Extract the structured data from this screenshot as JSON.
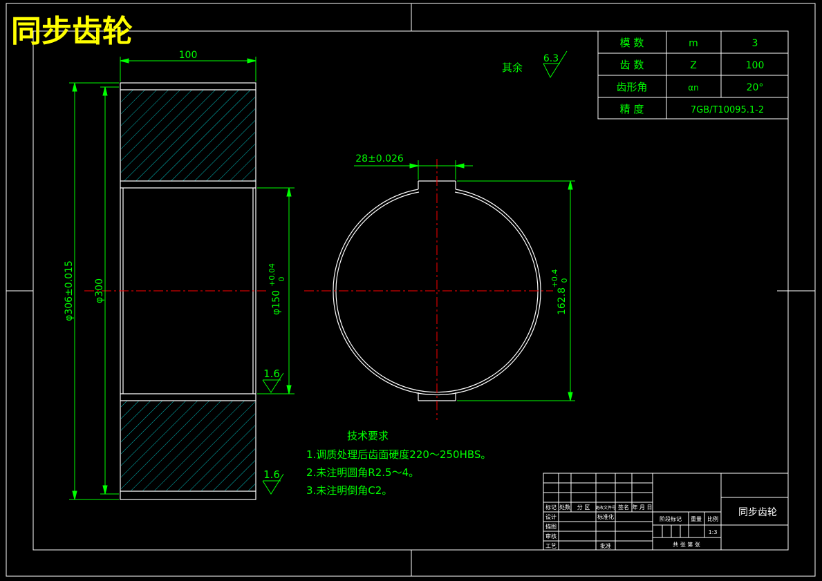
{
  "title": "同步齿轮",
  "colors": {
    "background": "#000000",
    "lines": "#ffffff",
    "dimension": "#00ff00",
    "centerline": "#ff0000",
    "hatch": "#00bfbf",
    "title_text": "#ffff00"
  },
  "dimensions": {
    "width": "100",
    "outer_diameter": "φ306±0.015",
    "tooth_root_diameter": "φ300",
    "bore_diameter": "φ150",
    "bore_tol_upper": "+0.04",
    "bore_tol_lower": "0",
    "keyway_width": "28±0.026",
    "keyway_depth": "162.8",
    "keyway_tol_upper": "+0.4",
    "keyway_tol_lower": "0",
    "roughness_bore": "1.6",
    "roughness_face": "1.6",
    "roughness_rest_value": "6.3",
    "roughness_rest_label": "其余"
  },
  "param_table": [
    {
      "name": "模 数",
      "symbol": "m",
      "value": "3"
    },
    {
      "name": "齿 数",
      "symbol": "Z",
      "value": "100"
    },
    {
      "name": "齿形角",
      "symbol": "αn",
      "value": "20°"
    },
    {
      "name": "精 度",
      "symbol": "",
      "value": "7GB/T10095.1-2"
    }
  ],
  "tech_requirements": {
    "heading": "技术要求",
    "items": [
      "1.调质处理后齿面硬度220～250HBS。",
      "2.未注明圆角R2.5～4。",
      "3.未注明倒角C2。"
    ]
  },
  "title_block": {
    "part_name": "同步齿轮",
    "row_labels": [
      "标记",
      "处数",
      "分 区",
      "更改文件号",
      "签名",
      "年 月 日"
    ],
    "role_labels": [
      "设计",
      "描图",
      "审核",
      "工艺"
    ],
    "std_label": "标准化",
    "approve_label": "批准",
    "stage_label": "阶段标记",
    "weight_label": "重量",
    "scale_label": "比例",
    "scale_value": "1:3",
    "sheet_label": "共 张 第 张"
  }
}
